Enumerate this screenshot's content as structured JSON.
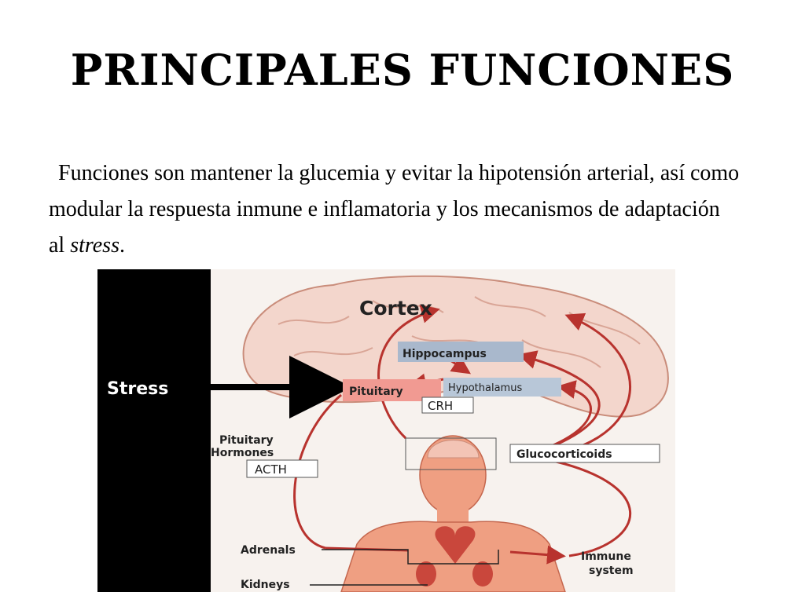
{
  "slide": {
    "title": "PRINCIPALES FUNCIONES",
    "text_intro": "Funciones son mantener la glucemia y evitar la hipotensión arterial, así como modular la respuesta inmune e inflamatoria y los mecanismos de adaptación al ",
    "text_emphasis": "stress",
    "text_end": "."
  },
  "diagram": {
    "labels": {
      "cortex": "Cortex",
      "hippocampus": "Hippocampus",
      "stress": "Stress",
      "pituitary": "Pituitary",
      "hypothalamus": "Hypothalamus",
      "crh": "CRH",
      "pituitary_hormones_1": "Pituitary",
      "pituitary_hormones_2": "Hormones",
      "acth": "ACTH",
      "glucocorticoids": "Glucocorticoids",
      "adrenals": "Adrenals",
      "immune_1": "Immune",
      "immune_2": "system",
      "kidneys": "Kidneys"
    },
    "colors": {
      "arrow": "#b8332e",
      "brain": "#f3d6cc",
      "body": "#ef9f82",
      "pituitary_box": "#f19a92",
      "hypothalamus_box": "#b8c7d8",
      "hippocampus_box": "#a9b8cc"
    }
  }
}
